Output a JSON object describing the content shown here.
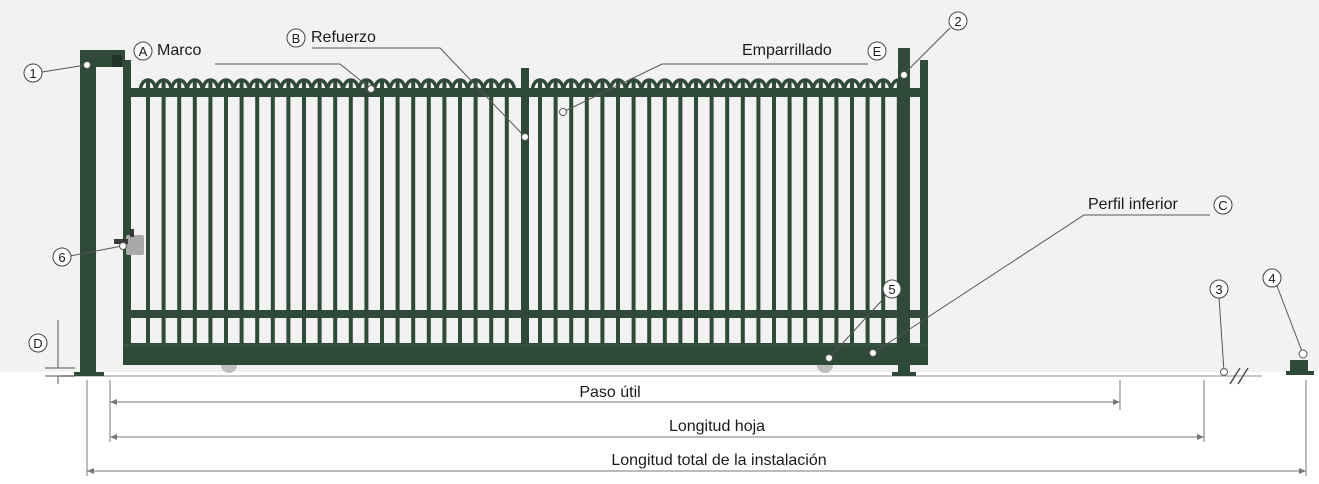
{
  "colors": {
    "background": "#f2f2f2",
    "gate": "#2f4a38",
    "gate_dark": "#22372a",
    "leader": "#555555",
    "text": "#1a1a1a",
    "wheel": "#bdbdbd"
  },
  "labels": {
    "marco": "Marco",
    "refuerzo": "Refuerzo",
    "emparrillado": "Emparrillado",
    "perfil_inferior": "Perfil inferior",
    "paso_util": "Paso útil",
    "longitud_hoja": "Longitud hoja",
    "longitud_total": "Longitud total de la instalación"
  },
  "letter_markers": {
    "A": "A",
    "B": "B",
    "C": "C",
    "D": "D",
    "E": "E"
  },
  "number_markers": {
    "n1": "1",
    "n2": "2",
    "n3": "3",
    "n4": "4",
    "n5": "5",
    "n6": "6"
  }
}
